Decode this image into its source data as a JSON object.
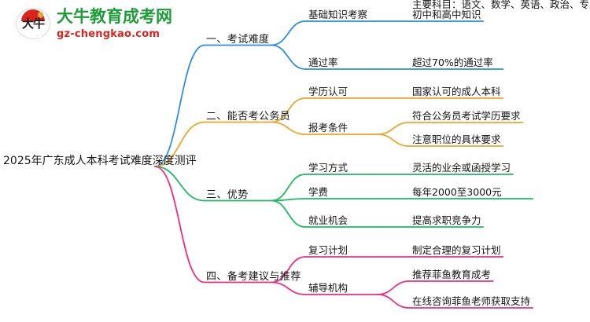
{
  "brand": {
    "logo_icon": "bull-speech-bubble-logo",
    "logo_badge_text": "大牛",
    "title": "大牛教育成考网",
    "subtitle": "gz-chengkao.com"
  },
  "mindmap": {
    "root": "2025年广东成人本科考试难度深度测评",
    "colors": {
      "branch1": "#2d8ce8",
      "branch2": "#e8a733",
      "branch3": "#1fb866",
      "branch4": "#ee2f7f"
    },
    "branches": [
      {
        "label": "一、考试难度",
        "color": "#2d8ce8",
        "children": [
          {
            "label": "基础知识考察",
            "leaves": [
              "初中和高中知识",
              "主要科目：语文、数学、英语、政治、专业基础"
            ]
          },
          {
            "label": "通过率",
            "leaves": [
              "超过70%的通过率"
            ]
          }
        ]
      },
      {
        "label": "二、能否考公务员",
        "color": "#e8a733",
        "children": [
          {
            "label": "学历认可",
            "leaves": [
              "国家认可的成人本科"
            ]
          },
          {
            "label": "报考条件",
            "leaves": [
              "符合公务员考试学历要求",
              "注意职位的具体要求"
            ]
          }
        ]
      },
      {
        "label": "三、优势",
        "color": "#1fb866",
        "children": [
          {
            "label": "学习方式",
            "leaves": [
              "灵活的业余或函授学习"
            ]
          },
          {
            "label": "学费",
            "leaves": [
              "每年2000至3000元"
            ]
          },
          {
            "label": "就业机会",
            "leaves": [
              "提高求职竞争力"
            ]
          }
        ]
      },
      {
        "label": "四、备考建议与推荐",
        "color": "#ee2f7f",
        "children": [
          {
            "label": "复习计划",
            "leaves": [
              "制定合理的复习计划"
            ]
          },
          {
            "label": "辅导机构",
            "leaves": [
              "推荐菲鱼教育成考",
              "在线咨询菲鱼老师获取支持"
            ]
          }
        ]
      }
    ]
  }
}
